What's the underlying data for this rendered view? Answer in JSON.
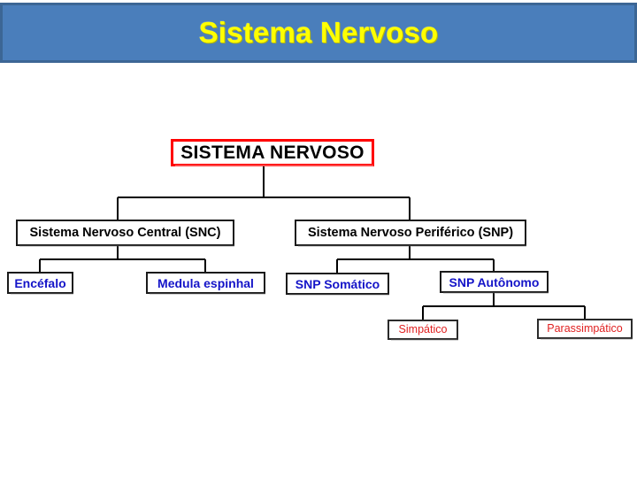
{
  "slide": {
    "title": "Sistema Nervoso",
    "title_color": "#ffff00",
    "banner_fill": "#4a7ebb",
    "banner_border": "#3c6695",
    "background": "#ffffff"
  },
  "diagram": {
    "type": "hierarchy-tree",
    "orientation": "top-down",
    "line_color": "#000000",
    "nodes": {
      "root": {
        "label": "SISTEMA NERVOSO",
        "level": 1,
        "border_color": "#ff0000",
        "text_color": "#000000"
      },
      "snc": {
        "label": "Sistema Nervoso Central (SNC)",
        "level": 2,
        "border_color": "#1a1a1a",
        "text_color": "#000000"
      },
      "snp": {
        "label": "Sistema Nervoso Periférico (SNP)",
        "level": 2,
        "border_color": "#1a1a1a",
        "text_color": "#000000"
      },
      "encefalo": {
        "label": "Encéfalo",
        "level": 3,
        "border_color": "#1a1a1a",
        "text_color": "#1414c8"
      },
      "medula": {
        "label": "Medula espinhal",
        "level": 3,
        "border_color": "#1a1a1a",
        "text_color": "#1414c8"
      },
      "snp_somatico": {
        "label": "SNP Somático",
        "level": 3,
        "border_color": "#1a1a1a",
        "text_color": "#1414c8"
      },
      "snp_autonomo": {
        "label": "SNP Autônomo",
        "level": 3,
        "border_color": "#1a1a1a",
        "text_color": "#1414c8"
      },
      "simpatico": {
        "label": "Simpático",
        "level": 4,
        "border_color": "#2b2b2b",
        "text_color": "#e02020"
      },
      "parassimpatico": {
        "label": "Parassimpático",
        "level": 4,
        "border_color": "#2b2b2b",
        "text_color": "#e02020"
      }
    },
    "edges": [
      {
        "from": "root",
        "to": "snc"
      },
      {
        "from": "root",
        "to": "snp"
      },
      {
        "from": "snc",
        "to": "encefalo"
      },
      {
        "from": "snc",
        "to": "medula"
      },
      {
        "from": "snp",
        "to": "snp_somatico"
      },
      {
        "from": "snp",
        "to": "snp_autonomo"
      },
      {
        "from": "snp_autonomo",
        "to": "simpatico"
      },
      {
        "from": "snp_autonomo",
        "to": "parassimpatico"
      }
    ]
  }
}
